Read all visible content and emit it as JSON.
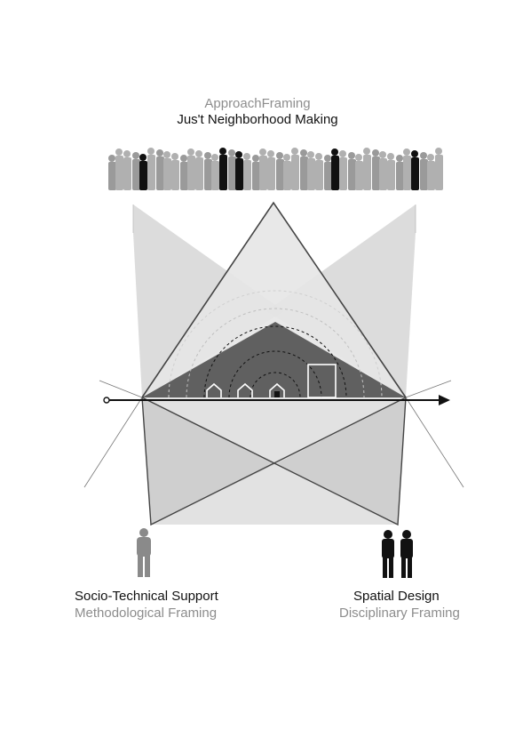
{
  "top": {
    "approach": "ApproachFraming",
    "title": "Jus't Neighborhood Making"
  },
  "bottom_left": {
    "title": "Socio-Technical Support",
    "subtitle": "Methodological Framing"
  },
  "bottom_right": {
    "title": "Spatial Design",
    "subtitle": "Disciplinary Framing"
  },
  "colors": {
    "dark_text": "#111111",
    "grey_text": "#8d8d8d",
    "dark_wedge": "#5f5f5f",
    "light_fill": "#d9d9d9",
    "axis": "#111111"
  },
  "icons": [
    "crowd-figures",
    "person-icon",
    "house-icon",
    "building-icon",
    "arrow-axis"
  ]
}
